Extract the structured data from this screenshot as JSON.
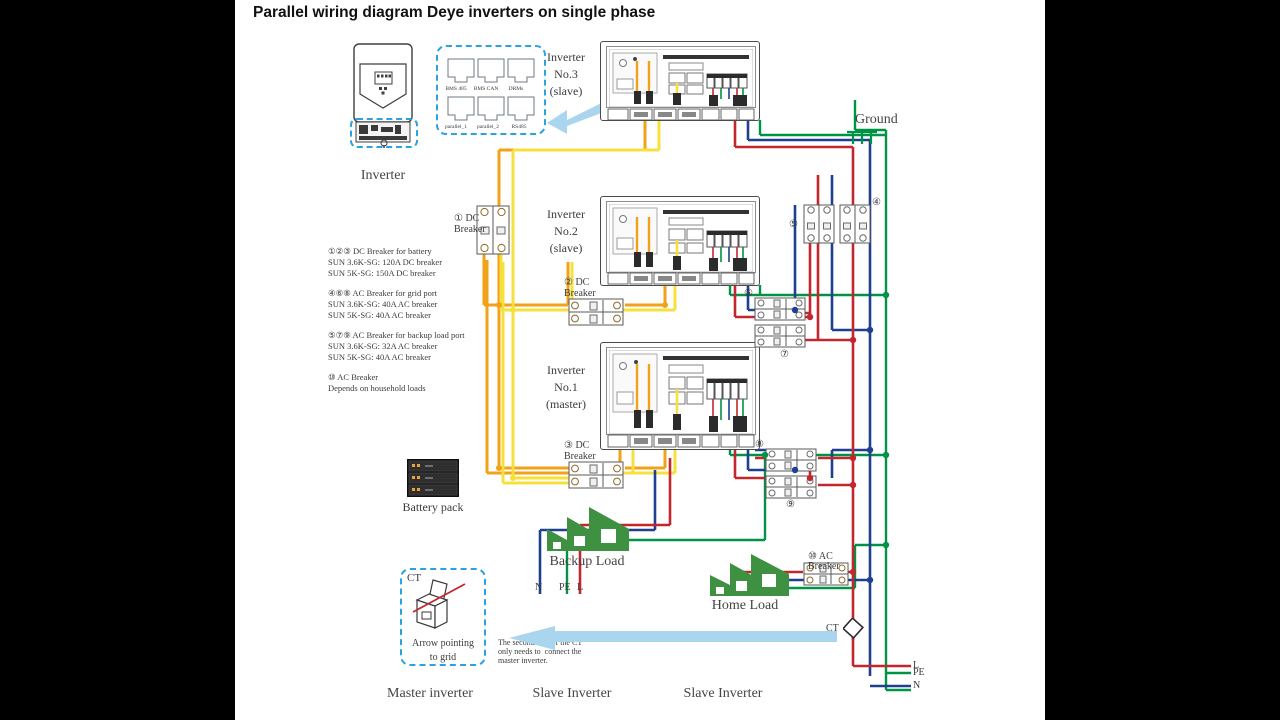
{
  "title": "Parallel wiring diagram Deye inverters on single phase",
  "labels": {
    "inverter_unit": "Inverter",
    "inverter3": [
      "Inverter",
      "No.3",
      "(slave)"
    ],
    "inverter2": [
      "Inverter",
      "No.2",
      "(slave)"
    ],
    "inverter1": [
      "Inverter",
      "No.1",
      "(master)"
    ],
    "ground": "Ground",
    "battery_pack": "Battery pack",
    "backup_load": "Backup Load",
    "home_load": "Home Load",
    "ct_short": "CT",
    "ct_box_label": "CT",
    "arrow_pointing": [
      "Arrow pointing",
      "to grid"
    ],
    "ct_note": [
      "The second side of the CT",
      "only needs to  connect the",
      "master inverter."
    ],
    "master_inverter": "Master inverter",
    "slave_inverter_mid": "Slave Inverter",
    "slave_inverter_right": "Slave Inverter",
    "bus": [
      "L",
      "N",
      "PE"
    ],
    "backup_phase": [
      "PE",
      "N",
      "L"
    ]
  },
  "comm_ports": {
    "top_row": [
      "BMS 485",
      "BMS CAN",
      "DRMs"
    ],
    "bottom_row": [
      "parallel_1",
      "parallel_2",
      "RS485"
    ]
  },
  "breakers": {
    "dc1": [
      "① DC",
      "Breaker"
    ],
    "dc2": [
      "② DC",
      "Breaker"
    ],
    "dc3": [
      "③ DC",
      "Breaker"
    ],
    "ac10": [
      "⑩ AC",
      "Breaker"
    ],
    "n4": "④",
    "n5": "⑤",
    "n6": "⑥",
    "n7": "⑦",
    "n8": "⑧",
    "n9": "⑨"
  },
  "legend": [
    [
      "①②③ DC Breaker for battery",
      "SUN 3.6K-SG: 120A DC breaker",
      "SUN 5K-SG: 150A DC breaker"
    ],
    [
      "④⑥⑧ AC Breaker for grid port",
      "SUN 3.6K-SG: 40A AC breaker",
      "SUN 5K-SG: 40A AC breaker"
    ],
    [
      "⑤⑦⑨ AC Breaker for backup load port",
      "SUN 3.6K-SG: 32A AC breaker",
      "SUN 5K-SG: 40A AC breaker"
    ],
    [
      "⑩ AC Breaker",
      "Depends on household loads"
    ]
  ],
  "colors": {
    "orange": "#f0a219",
    "yellow": "#f5e03c",
    "red": "#c1272d",
    "blue": "#1f3f8f",
    "green": "#009245",
    "accent_blue": "#2aa3e0",
    "arrow_fill": "#a9d5ef",
    "house_green": "#3f9142",
    "text": "#3b3b3b",
    "title": "#111111"
  }
}
